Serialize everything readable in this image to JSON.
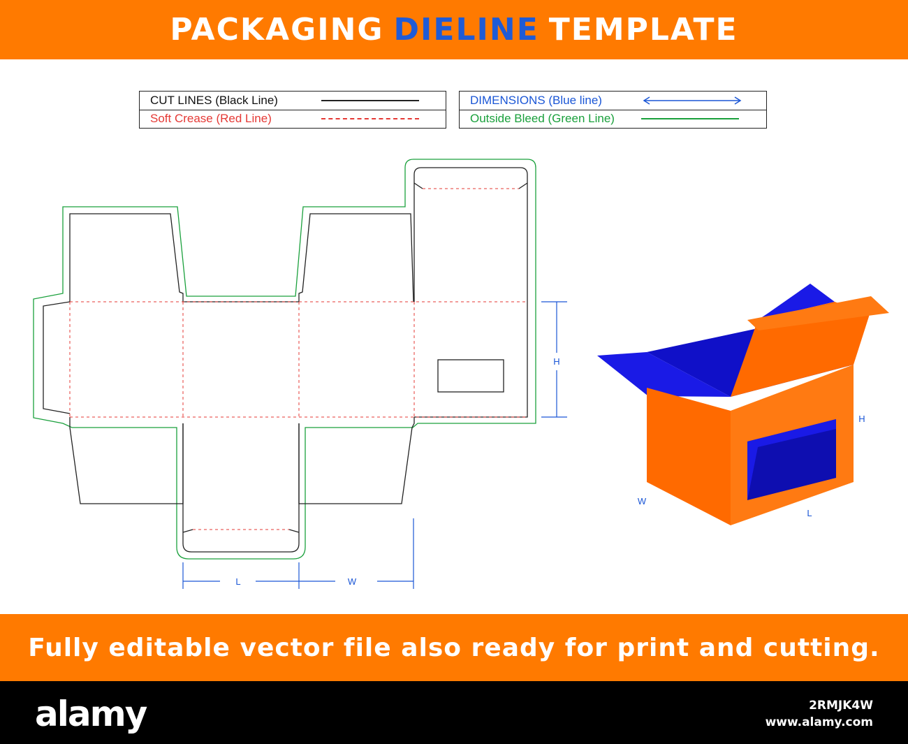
{
  "header": {
    "part1": "PACKAGING",
    "part2": "DIELINE",
    "part3": "TEMPLATE"
  },
  "legend": {
    "cut_lines": "CUT LINES (Black Line)",
    "soft_crease": "Soft Crease (Red Line)",
    "dimensions": "DIMENSIONS (Blue line)",
    "outside_bleed": "Outside Bleed (Green Line)"
  },
  "dieline": {
    "dim_h": "H",
    "dim_l": "L",
    "dim_w": "W"
  },
  "box_3d": {
    "label_h": "H",
    "label_w": "W",
    "label_l": "L"
  },
  "footer": {
    "text": "Fully editable vector file also ready for print and cutting."
  },
  "watermark": {
    "logo": "alamy",
    "image_id": "2RMJK4W",
    "site": "www.alamy.com"
  },
  "colors": {
    "banner": "#ff7a00",
    "accent_blue": "#1f5bd6",
    "cut": "#222222",
    "crease": "#e53935",
    "dimension": "#1a56d6",
    "bleed": "#1aa03c",
    "box_orange": "#ff6a00",
    "box_blue": "#1a1ae6"
  }
}
